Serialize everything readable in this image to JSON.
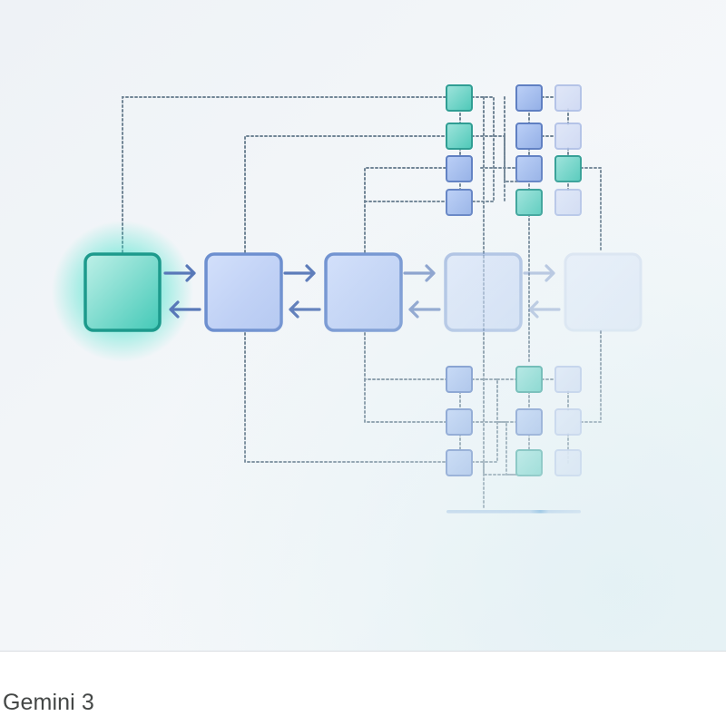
{
  "caption": "Gemini 3",
  "colors": {
    "accent_teal": "#2bbfae",
    "node_blue": "#b9cbf3",
    "node_border": "#6f91cf",
    "connector": "#5a7184",
    "progress_track": "#a9c4e6",
    "progress_marker": "#3c8fd0"
  },
  "diagram": {
    "main_nodes": [
      {
        "id": "start",
        "style": "teal",
        "emphasis": 1.0
      },
      {
        "id": "stage-2",
        "style": "blue",
        "emphasis": 1.0
      },
      {
        "id": "stage-3",
        "style": "blue",
        "emphasis": 1.0
      },
      {
        "id": "stage-4",
        "style": "blue",
        "emphasis": 0.55
      },
      {
        "id": "stage-5",
        "style": "blue",
        "emphasis": 0.3
      }
    ],
    "connections": "bidirectional",
    "upper_grid": {
      "columns": 3,
      "rows": 4,
      "cells": [
        [
          "teal",
          "blue",
          "pale"
        ],
        [
          "teal",
          "blue",
          "pale"
        ],
        [
          "blue",
          "blue",
          "teal"
        ],
        [
          "blue",
          "teal",
          "pale"
        ]
      ]
    },
    "lower_grid": {
      "columns": 3,
      "rows": 3,
      "cells": [
        [
          "blue",
          "teal",
          "pale"
        ],
        [
          "blue",
          "blue",
          "pale"
        ],
        [
          "blue",
          "teal",
          "pale"
        ]
      ]
    }
  }
}
